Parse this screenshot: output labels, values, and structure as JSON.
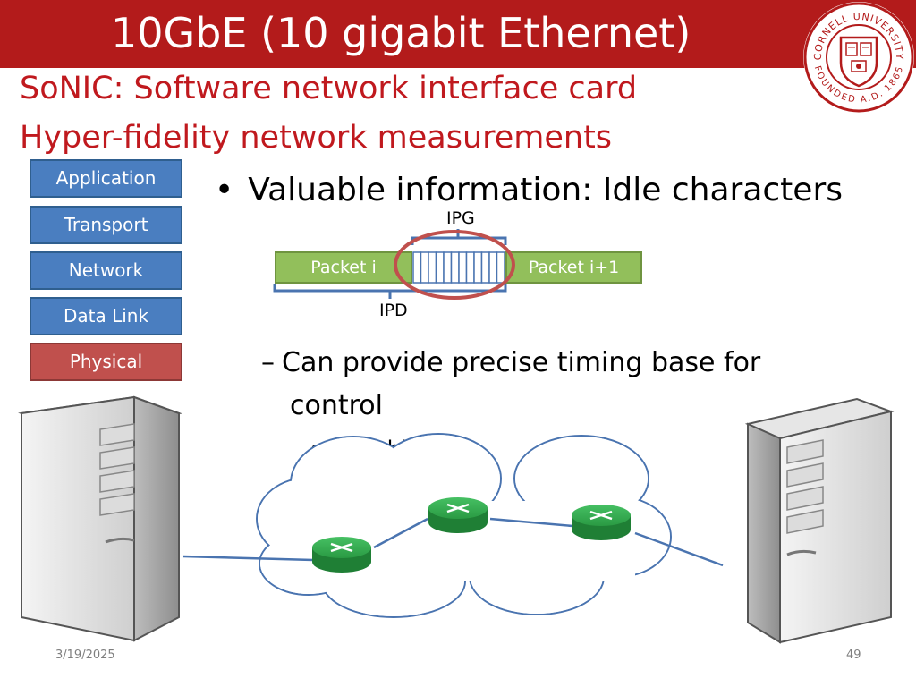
{
  "header": {
    "title": "10GbE (10 gigabit Ethernet)",
    "subtitle_1": "SoNIC: Software network interface card",
    "subtitle_2": "Hyper-fidelity network measurements"
  },
  "seal": {
    "text_top": "CORNELL UNIVERSITY",
    "text_bottom": "FOUNDED A.D. 1865"
  },
  "stack": {
    "layers": [
      "Application",
      "Transport",
      "Network",
      "Data Link",
      "Physical"
    ]
  },
  "bullets": {
    "main": "Valuable information: Idle characters",
    "sub": "Can provide precise timing base for",
    "sub_cont": "control",
    "subsub": "Each bit of"
  },
  "diagram": {
    "ipg_label": "IPG",
    "ipd_label": "IPD",
    "packet_a": "Packet i",
    "packet_b": "Packet i+1",
    "idle_count": 12
  },
  "footer": {
    "date": "3/19/2025",
    "page": "49"
  },
  "colors": {
    "title_bar": "#b31b1b",
    "subtitle": "#c0191e",
    "layer": "#4a7ec0",
    "physical": "#c0504d",
    "packet": "#92bf5b",
    "router": "#2ea84a",
    "link": "#4a74b0"
  }
}
